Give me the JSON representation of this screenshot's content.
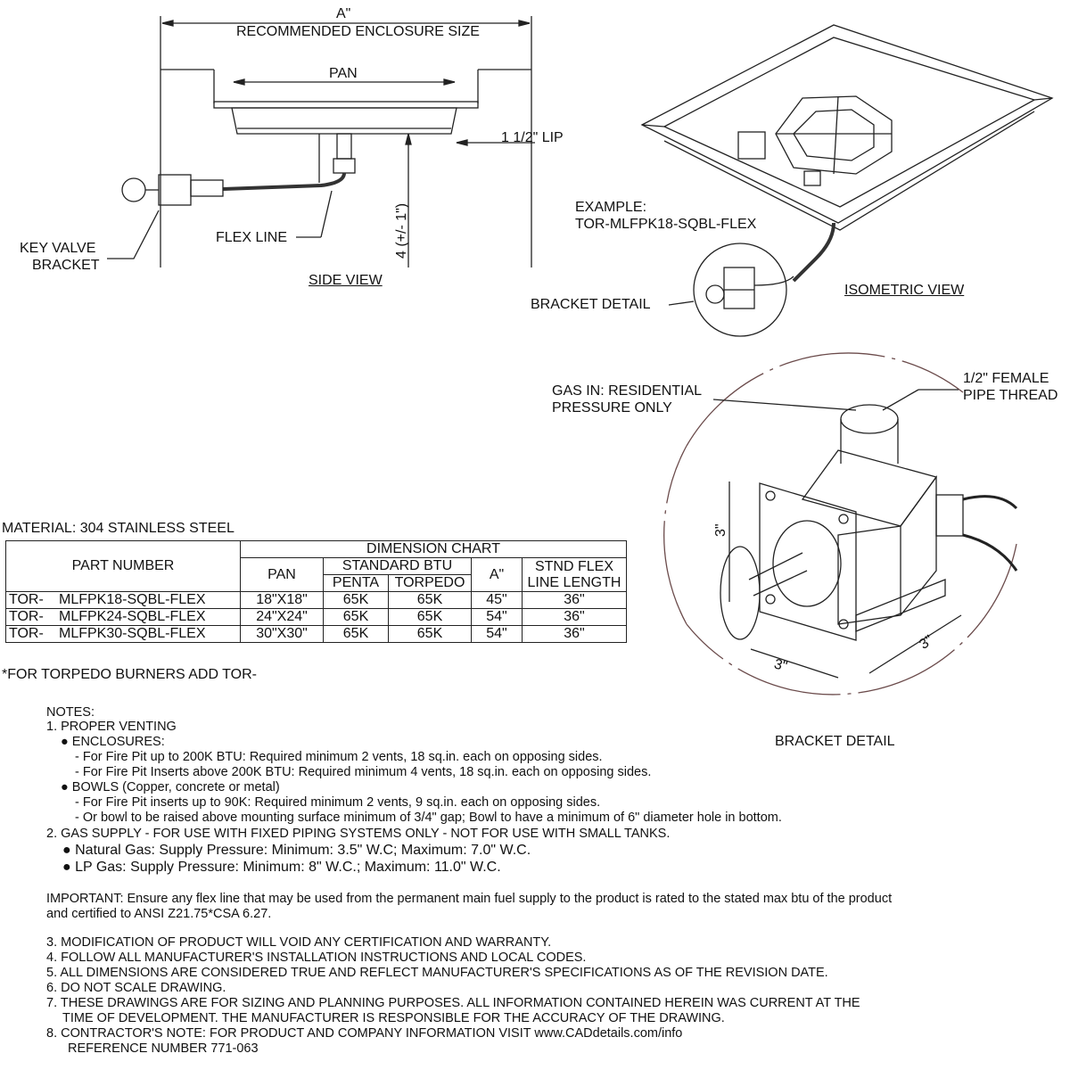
{
  "side_view": {
    "dim_a": "A\"",
    "enclosure_label": "RECOMMENDED ENCLOSURE SIZE",
    "pan_label": "PAN",
    "lip_label": "1 1/2\" LIP",
    "height_label": "4 (+/- 1\")",
    "flex_line_label": "FLEX LINE",
    "key_valve_line1": "KEY VALVE",
    "key_valve_line2": "BRACKET",
    "title": "SIDE VIEW"
  },
  "isometric_view": {
    "example_line1": "EXAMPLE:",
    "example_line2": "TOR-MLFPK18-SQBL-FLEX",
    "bracket_detail_label": "BRACKET DETAIL",
    "title": "ISOMETRIC VIEW"
  },
  "bracket_detail": {
    "gas_in_line1": "GAS IN: RESIDENTIAL",
    "gas_in_line2": "PRESSURE ONLY",
    "thread_line1": "1/2\" FEMALE",
    "thread_line2": "PIPE THREAD",
    "dim_vertical": "3\"",
    "dim_bottom_left": "3\"",
    "dim_bottom_right": "3\"",
    "title": "BRACKET DETAIL"
  },
  "material": "MATERIAL: 304 STAINLESS STEEL",
  "chart": {
    "title": "DIMENSION CHART",
    "col_part": "PART NUMBER",
    "col_pan": "PAN",
    "col_btu": "STANDARD BTU",
    "col_penta": "PENTA",
    "col_torpedo": "TORPEDO",
    "col_a": "A\"",
    "col_flex_1": "STND FLEX",
    "col_flex_2": "LINE LENGTH",
    "rows": [
      {
        "prefix": "TOR-",
        "part": "MLFPK18-SQBL-FLEX",
        "pan": "18\"X18\"",
        "penta": "65K",
        "torpedo": "65K",
        "a": "45\"",
        "flex": "36\""
      },
      {
        "prefix": "TOR-",
        "part": "MLFPK24-SQBL-FLEX",
        "pan": "24\"X24\"",
        "penta": "65K",
        "torpedo": "65K",
        "a": "54\"",
        "flex": "36\""
      },
      {
        "prefix": "TOR-",
        "part": "MLFPK30-SQBL-FLEX",
        "pan": "30\"X30\"",
        "penta": "65K",
        "torpedo": "65K",
        "a": "54\"",
        "flex": "36\""
      }
    ],
    "footnote": "*FOR TORPEDO BURNERS ADD TOR-"
  },
  "notes": {
    "heading": "NOTES:",
    "n1": "1.  PROPER VENTING",
    "n1a": "● ENCLOSURES:",
    "n1a1": "-  For Fire Pit up to 200K BTU: Required minimum 2 vents, 18 sq.in. each on opposing sides.",
    "n1a2": "-  For Fire Pit Inserts above 200K BTU: Required minimum 4 vents, 18 sq.in. each on opposing sides.",
    "n1b": "● BOWLS (Copper, concrete or metal)",
    "n1b1": "-  For Fire Pit inserts up to 90K: Required minimum 2 vents, 9 sq.in. each on opposing sides.",
    "n1b2": "-  Or bowl to be raised above mounting surface minimum of 3/4\" gap; Bowl to have a  minimum of 6\" diameter hole in bottom.",
    "n2": "2.  GAS SUPPLY - FOR USE WITH FIXED PIPING SYSTEMS ONLY - NOT FOR USE WITH SMALL TANKS.",
    "n2a": "● Natural Gas: Supply Pressure: Minimum: 3.5\" W.C; Maximum: 7.0\" W.C.",
    "n2b": "● LP Gas: Supply Pressure: Minimum: 8\" W.C.; Maximum: 11.0\" W.C.",
    "important_1": "IMPORTANT: Ensure any flex line that may be used from the permanent main fuel supply to the product is rated to the stated max btu of the product",
    "important_2": "and certified to ANSI Z21.75*CSA 6.27.",
    "n3": "3.  MODIFICATION OF PRODUCT WILL VOID ANY CERTIFICATION AND WARRANTY.",
    "n4": "4.  FOLLOW ALL MANUFACTURER'S INSTALLATION INSTRUCTIONS AND LOCAL CODES.",
    "n5": "5.  ALL DIMENSIONS ARE CONSIDERED TRUE AND REFLECT MANUFACTURER'S SPECIFICATIONS AS OF THE REVISION DATE.",
    "n6": "6.  DO NOT SCALE DRAWING.",
    "n7a": "7. THESE DRAWINGS ARE FOR SIZING AND PLANNING PURPOSES. ALL INFORMATION CONTAINED HEREIN WAS CURRENT AT THE",
    "n7b": "TIME OF DEVELOPMENT.  THE MANUFACTURER IS RESPONSIBLE FOR THE ACCURACY OF THE DRAWING.",
    "n8a": "8. CONTRACTOR'S NOTE: FOR PRODUCT AND COMPANY INFORMATION VISIT www.CADdetails.com/info",
    "n8b": "REFERENCE NUMBER 771-063"
  }
}
